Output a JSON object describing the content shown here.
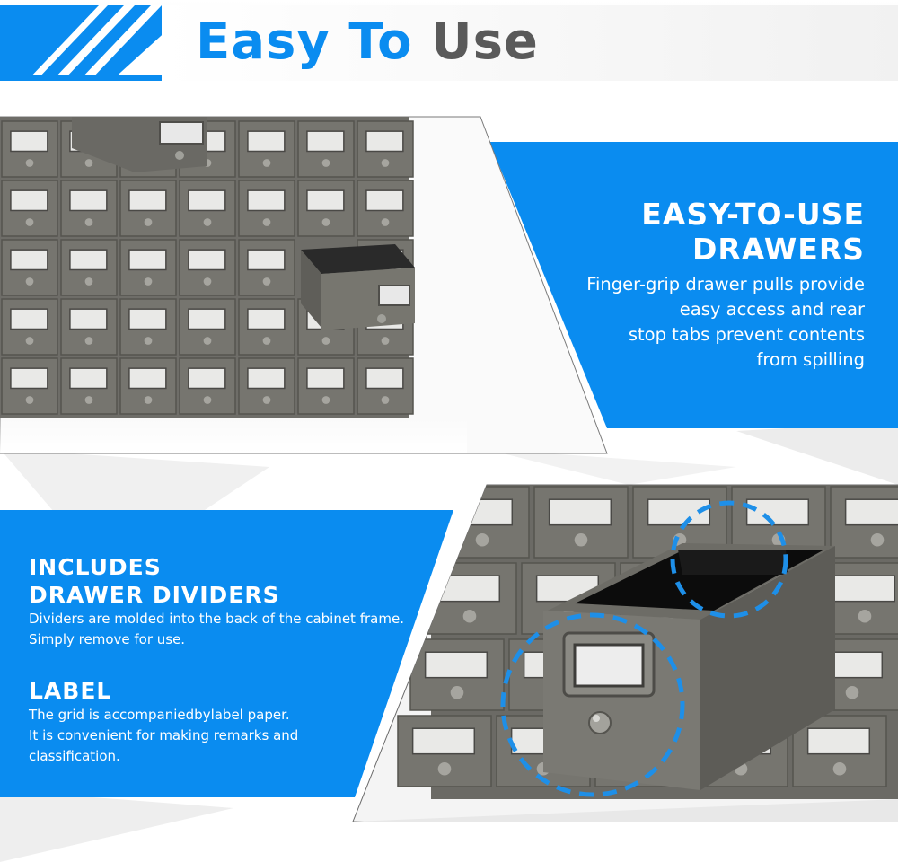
{
  "header": {
    "title_word_1": "Easy",
    "title_word_2": "To",
    "title_word_3": "Use"
  },
  "feature_drawers": {
    "heading_line_1": "EASY-TO-USE",
    "heading_line_2": "DRAWERS",
    "desc_lines": [
      "Finger-grip drawer pulls provide",
      "easy access and rear",
      "stop tabs prevent contents",
      "from spilling"
    ]
  },
  "feature_dividers": {
    "heading_line_1": "INCLUDES",
    "heading_line_2": "DRAWER DIVIDERS",
    "desc_lines": [
      "Dividers are molded into the back of the cabinet frame.",
      "Simply remove for use."
    ]
  },
  "feature_label": {
    "heading": "LABEL",
    "desc_lines": [
      "The grid is accompaniedbylabel paper.",
      "It is convenient for making remarks and",
      "classification."
    ]
  },
  "colors": {
    "accent_blue": "#0a8cf0",
    "title_gray": "#5a5a5a",
    "cabinet_gray": "#6e6d68"
  }
}
